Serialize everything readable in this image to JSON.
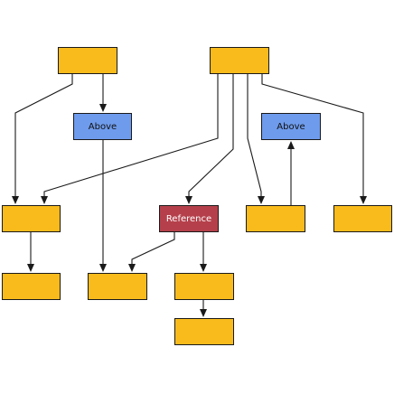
{
  "colors": {
    "plain_node": "#f9bb1c",
    "above_node": "#6e9bec",
    "reference_node": "#b5404b",
    "edge": "#1a1a1a",
    "background": "#ffffff"
  },
  "nodes": {
    "above_1": {
      "label": "Above"
    },
    "above_2": {
      "label": "Above"
    },
    "reference": {
      "label": "Reference"
    }
  },
  "edges": [
    {
      "from": "top-left",
      "to": "l2-a"
    },
    {
      "from": "top-left",
      "to": "above-1"
    },
    {
      "from": "above-1",
      "to": "l3-b"
    },
    {
      "from": "top-mid",
      "to": "l2-a"
    },
    {
      "from": "top-mid",
      "to": "reference"
    },
    {
      "from": "top-mid",
      "to": "l2-c"
    },
    {
      "from": "top-mid",
      "to": "l2-d"
    },
    {
      "from": "l2-c",
      "to": "above-2"
    },
    {
      "from": "l2-a",
      "to": "l3-a"
    },
    {
      "from": "reference",
      "to": "l3-b"
    },
    {
      "from": "reference",
      "to": "l3-c"
    },
    {
      "from": "l3-c",
      "to": "l4"
    }
  ]
}
